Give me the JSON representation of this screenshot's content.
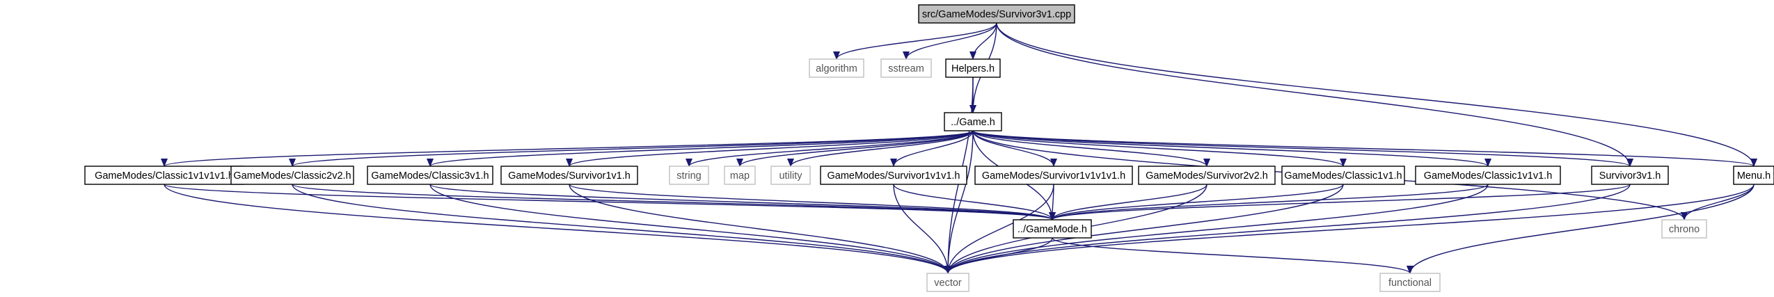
{
  "title": "",
  "colors": {
    "edge": "#191970",
    "root_fill": "#bfbfbf",
    "node_fill": "#ffffff",
    "node_stroke": "#000000",
    "external_stroke": "#bfbfbf",
    "external_text": "#555555"
  },
  "nodes": [
    {
      "id": "root",
      "label": "src/GameModes/Survivor3v1.cpp",
      "kind": "root"
    },
    {
      "id": "algorithm",
      "label": "algorithm",
      "kind": "external"
    },
    {
      "id": "sstream",
      "label": "sstream",
      "kind": "external"
    },
    {
      "id": "helpers",
      "label": "Helpers.h",
      "kind": "file"
    },
    {
      "id": "game",
      "label": "../Game.h",
      "kind": "file"
    },
    {
      "id": "classic1111",
      "label": "GameModes/Classic1v1v1v1.h",
      "kind": "file"
    },
    {
      "id": "classic22",
      "label": "GameModes/Classic2v2.h",
      "kind": "file"
    },
    {
      "id": "classic31",
      "label": "GameModes/Classic3v1.h",
      "kind": "file"
    },
    {
      "id": "surv11",
      "label": "GameModes/Survivor1v1.h",
      "kind": "file"
    },
    {
      "id": "string",
      "label": "string",
      "kind": "external"
    },
    {
      "id": "map",
      "label": "map",
      "kind": "external"
    },
    {
      "id": "utility",
      "label": "utility",
      "kind": "external"
    },
    {
      "id": "surv111",
      "label": "GameModes/Survivor1v1v1.h",
      "kind": "file"
    },
    {
      "id": "surv1111",
      "label": "GameModes/Survivor1v1v1v1.h",
      "kind": "file"
    },
    {
      "id": "surv22",
      "label": "GameModes/Survivor2v2.h",
      "kind": "file"
    },
    {
      "id": "classic11",
      "label": "GameModes/Classic1v1.h",
      "kind": "file"
    },
    {
      "id": "classic111",
      "label": "GameModes/Classic1v1v1.h",
      "kind": "file"
    },
    {
      "id": "surv31",
      "label": "Survivor3v1.h",
      "kind": "file"
    },
    {
      "id": "menu",
      "label": "Menu.h",
      "kind": "file"
    },
    {
      "id": "gamemode",
      "label": "../GameMode.h",
      "kind": "file"
    },
    {
      "id": "chrono",
      "label": "chrono",
      "kind": "external"
    },
    {
      "id": "vector",
      "label": "vector",
      "kind": "external"
    },
    {
      "id": "functional",
      "label": "functional",
      "kind": "external"
    }
  ],
  "edges": [
    [
      "root",
      "algorithm"
    ],
    [
      "root",
      "sstream"
    ],
    [
      "root",
      "helpers"
    ],
    [
      "root",
      "game"
    ],
    [
      "root",
      "surv31"
    ],
    [
      "root",
      "menu"
    ],
    [
      "helpers",
      "game"
    ],
    [
      "helpers",
      "vector"
    ],
    [
      "game",
      "classic1111"
    ],
    [
      "game",
      "classic22"
    ],
    [
      "game",
      "classic31"
    ],
    [
      "game",
      "surv11"
    ],
    [
      "game",
      "string"
    ],
    [
      "game",
      "map"
    ],
    [
      "game",
      "utility"
    ],
    [
      "game",
      "surv111"
    ],
    [
      "game",
      "surv1111"
    ],
    [
      "game",
      "surv22"
    ],
    [
      "game",
      "classic11"
    ],
    [
      "game",
      "classic111"
    ],
    [
      "game",
      "surv31"
    ],
    [
      "game",
      "menu"
    ],
    [
      "game",
      "chrono"
    ],
    [
      "game",
      "gamemode"
    ],
    [
      "game",
      "vector"
    ],
    [
      "classic1111",
      "gamemode"
    ],
    [
      "classic1111",
      "vector"
    ],
    [
      "classic22",
      "gamemode"
    ],
    [
      "classic22",
      "vector"
    ],
    [
      "classic31",
      "gamemode"
    ],
    [
      "classic31",
      "vector"
    ],
    [
      "surv11",
      "gamemode"
    ],
    [
      "surv11",
      "vector"
    ],
    [
      "surv111",
      "gamemode"
    ],
    [
      "surv111",
      "vector"
    ],
    [
      "surv1111",
      "gamemode"
    ],
    [
      "surv1111",
      "vector"
    ],
    [
      "surv22",
      "gamemode"
    ],
    [
      "surv22",
      "vector"
    ],
    [
      "classic11",
      "gamemode"
    ],
    [
      "classic11",
      "vector"
    ],
    [
      "classic111",
      "gamemode"
    ],
    [
      "classic111",
      "vector"
    ],
    [
      "surv31",
      "gamemode"
    ],
    [
      "surv31",
      "vector"
    ],
    [
      "menu",
      "chrono"
    ],
    [
      "menu",
      "vector"
    ],
    [
      "menu",
      "functional"
    ],
    [
      "gamemode",
      "vector"
    ],
    [
      "gamemode",
      "functional"
    ]
  ]
}
